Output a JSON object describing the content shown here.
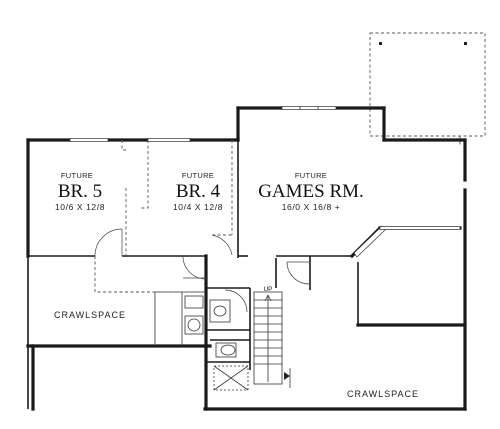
{
  "rooms": {
    "br5": {
      "status": "FUTURE",
      "name": "BR. 5",
      "dims": "10/6 X 12/8"
    },
    "br4": {
      "status": "FUTURE",
      "name": "BR. 4",
      "dims": "10/4 X 12/8"
    },
    "games": {
      "status": "FUTURE",
      "name": "GAMES RM.",
      "dims": "16/0 X 16/8 +"
    }
  },
  "crawlspace_left": "CRAWLSPACE",
  "crawlspace_right": "CRAWLSPACE",
  "stair_label": "UP"
}
